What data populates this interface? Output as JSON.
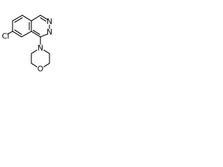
{
  "molecule": {
    "atoms": {
      "cl": "Cl",
      "n1": "N",
      "n2": "N",
      "n_morpholine": "N",
      "o_morpholine": "O"
    },
    "colors": {
      "bond": "#000000",
      "label": "#000000",
      "background": "#ffffff"
    }
  }
}
